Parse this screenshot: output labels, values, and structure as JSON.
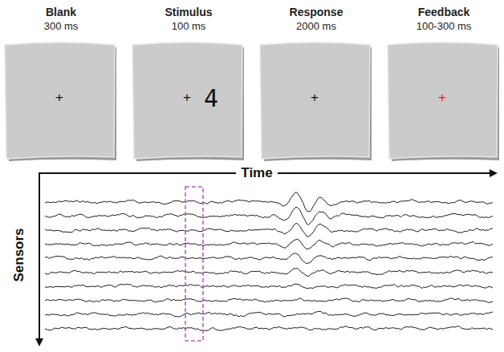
{
  "diagram": {
    "nodes": [
      {
        "text": [
          "Blank",
          "300 ms",
          "+"
        ]
      },
      {
        "text": [
          "Stimulus",
          "100 ms",
          "+",
          "4"
        ]
      },
      {
        "text": [
          "Response",
          "2000 ms",
          "+"
        ]
      },
      {
        "text": [
          "Feedback",
          "100-300 ms",
          "+"
        ]
      }
    ],
    "labels": [
      "Time",
      "Sensors"
    ]
  }
}
